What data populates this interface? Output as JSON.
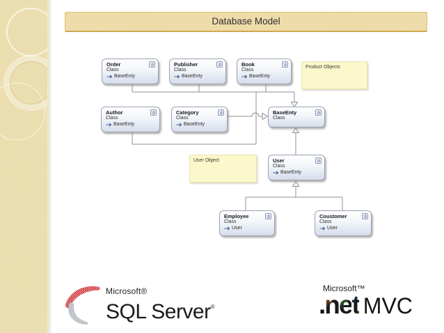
{
  "slide": {
    "title": "Database Model"
  },
  "diagram": {
    "classes": [
      {
        "name": "Order",
        "stereotype": "Class",
        "base": "BaseEnty"
      },
      {
        "name": "Publisher",
        "stereotype": "Class",
        "base": "BaseEnty"
      },
      {
        "name": "Book",
        "stereotype": "Class",
        "base": "BaseEnty"
      },
      {
        "name": "Author",
        "stereotype": "Class",
        "base": "BaseEnty"
      },
      {
        "name": "Category",
        "stereotype": "Class",
        "base": "BaseEnty"
      },
      {
        "name": "BaseEnty",
        "stereotype": "Class"
      },
      {
        "name": "User",
        "stereotype": "Class",
        "base": "BaseEnty"
      },
      {
        "name": "Employee",
        "stereotype": "Class",
        "base": "User"
      },
      {
        "name": "Coustomer",
        "stereotype": "Class",
        "base": "User"
      }
    ],
    "notes": [
      {
        "text": "Product Objects"
      },
      {
        "text": "User Object"
      }
    ]
  },
  "logos": {
    "sqlserver": {
      "brand": "Microsoft®",
      "name": "SQL Server",
      "trademark": "®"
    },
    "dotnet": {
      "brand": "Microsoft™",
      "dot": ".",
      "n": "n",
      "e": "e",
      "t": "t",
      "suffix": "MVC"
    }
  },
  "colors": {
    "banner_tan": "#ecd79e",
    "strip_tan": "#e8daa6",
    "note_yellow": "#fbf8cb",
    "class_box_blue": "#d6ddeb",
    "sql_red": "#cc2027"
  }
}
